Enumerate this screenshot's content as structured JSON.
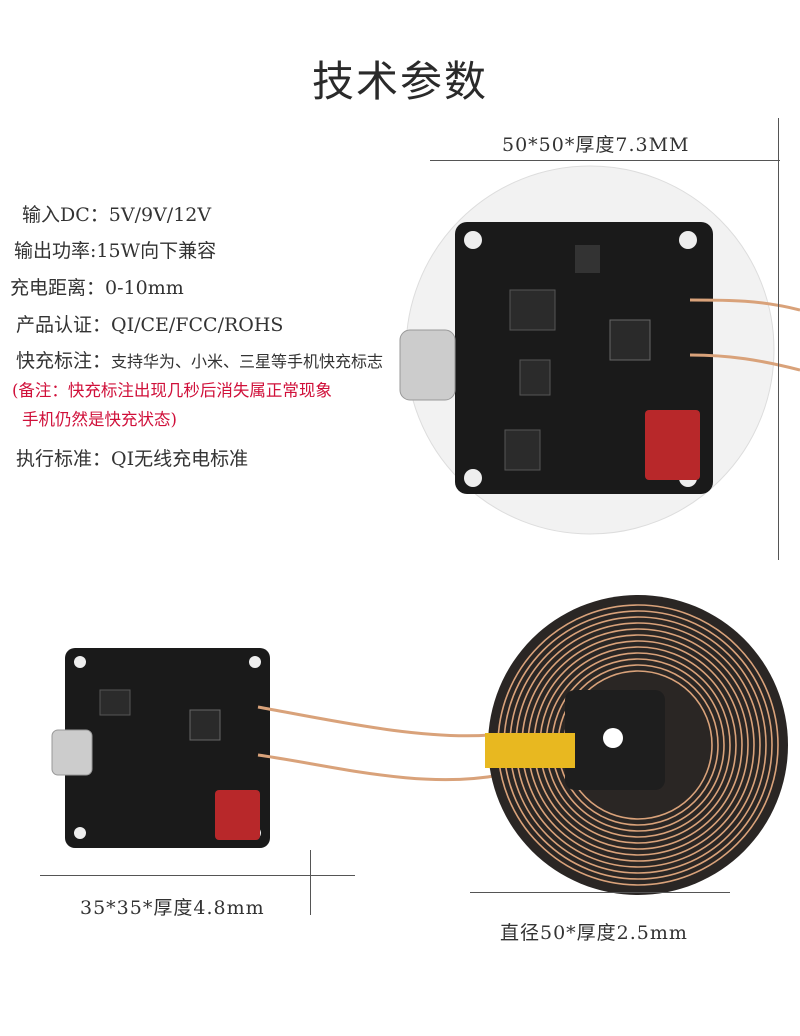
{
  "title": "技术参数",
  "specs": [
    {
      "label": "输入DC：",
      "value": "5V/9V/12V"
    },
    {
      "label": "输出功率:",
      "value": "15W向下兼容"
    },
    {
      "label": "充电距离：",
      "value": "0-10mm"
    },
    {
      "label": "产品认证：",
      "value": "QI/CE/FCC/ROHS"
    },
    {
      "label": "快充标注：",
      "value": "支持华为、小米、三星等手机快充标志"
    },
    {
      "label": "执行标准：",
      "value": "QI无线充电标准"
    }
  ],
  "note_line1": "(备注：快充标注出现几秒后消失属正常现象",
  "note_line2": "手机仍然是快充状态)",
  "dimensions": {
    "top_module": "50*50*厚度7.3MM",
    "bottom_pcb": "35*35*厚度4.8mm",
    "coil": "直径50*厚度2.5mm"
  },
  "colors": {
    "note_red": "#d0103a",
    "pcb": "#1a1a1a",
    "copper": "#d9a27a"
  }
}
